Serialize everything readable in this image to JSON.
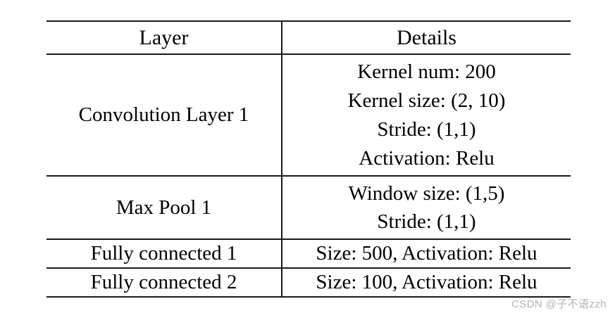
{
  "table": {
    "headers": {
      "layer": "Layer",
      "details": "Details"
    },
    "rows": [
      {
        "layer": "Convolution Layer 1",
        "details": [
          "Kernel num: 200",
          "Kernel size: (2, 10)",
          "Stride: (1,1)",
          "Activation: Relu"
        ]
      },
      {
        "layer": "Max Pool 1",
        "details": [
          "Window size: (1,5)",
          "Stride: (1,1)"
        ]
      },
      {
        "layer": "Fully connected 1",
        "details": [
          "Size: 500, Activation: Relu"
        ]
      },
      {
        "layer": "Fully connected 2",
        "details": [
          "Size: 100, Activation: Relu"
        ]
      }
    ]
  },
  "watermark": {
    "text": "CSDN @子不语zzh",
    "color": "#b4b4b4"
  },
  "colors": {
    "rule": "#1a1a1a",
    "text": "#000000",
    "background": "#ffffff"
  }
}
